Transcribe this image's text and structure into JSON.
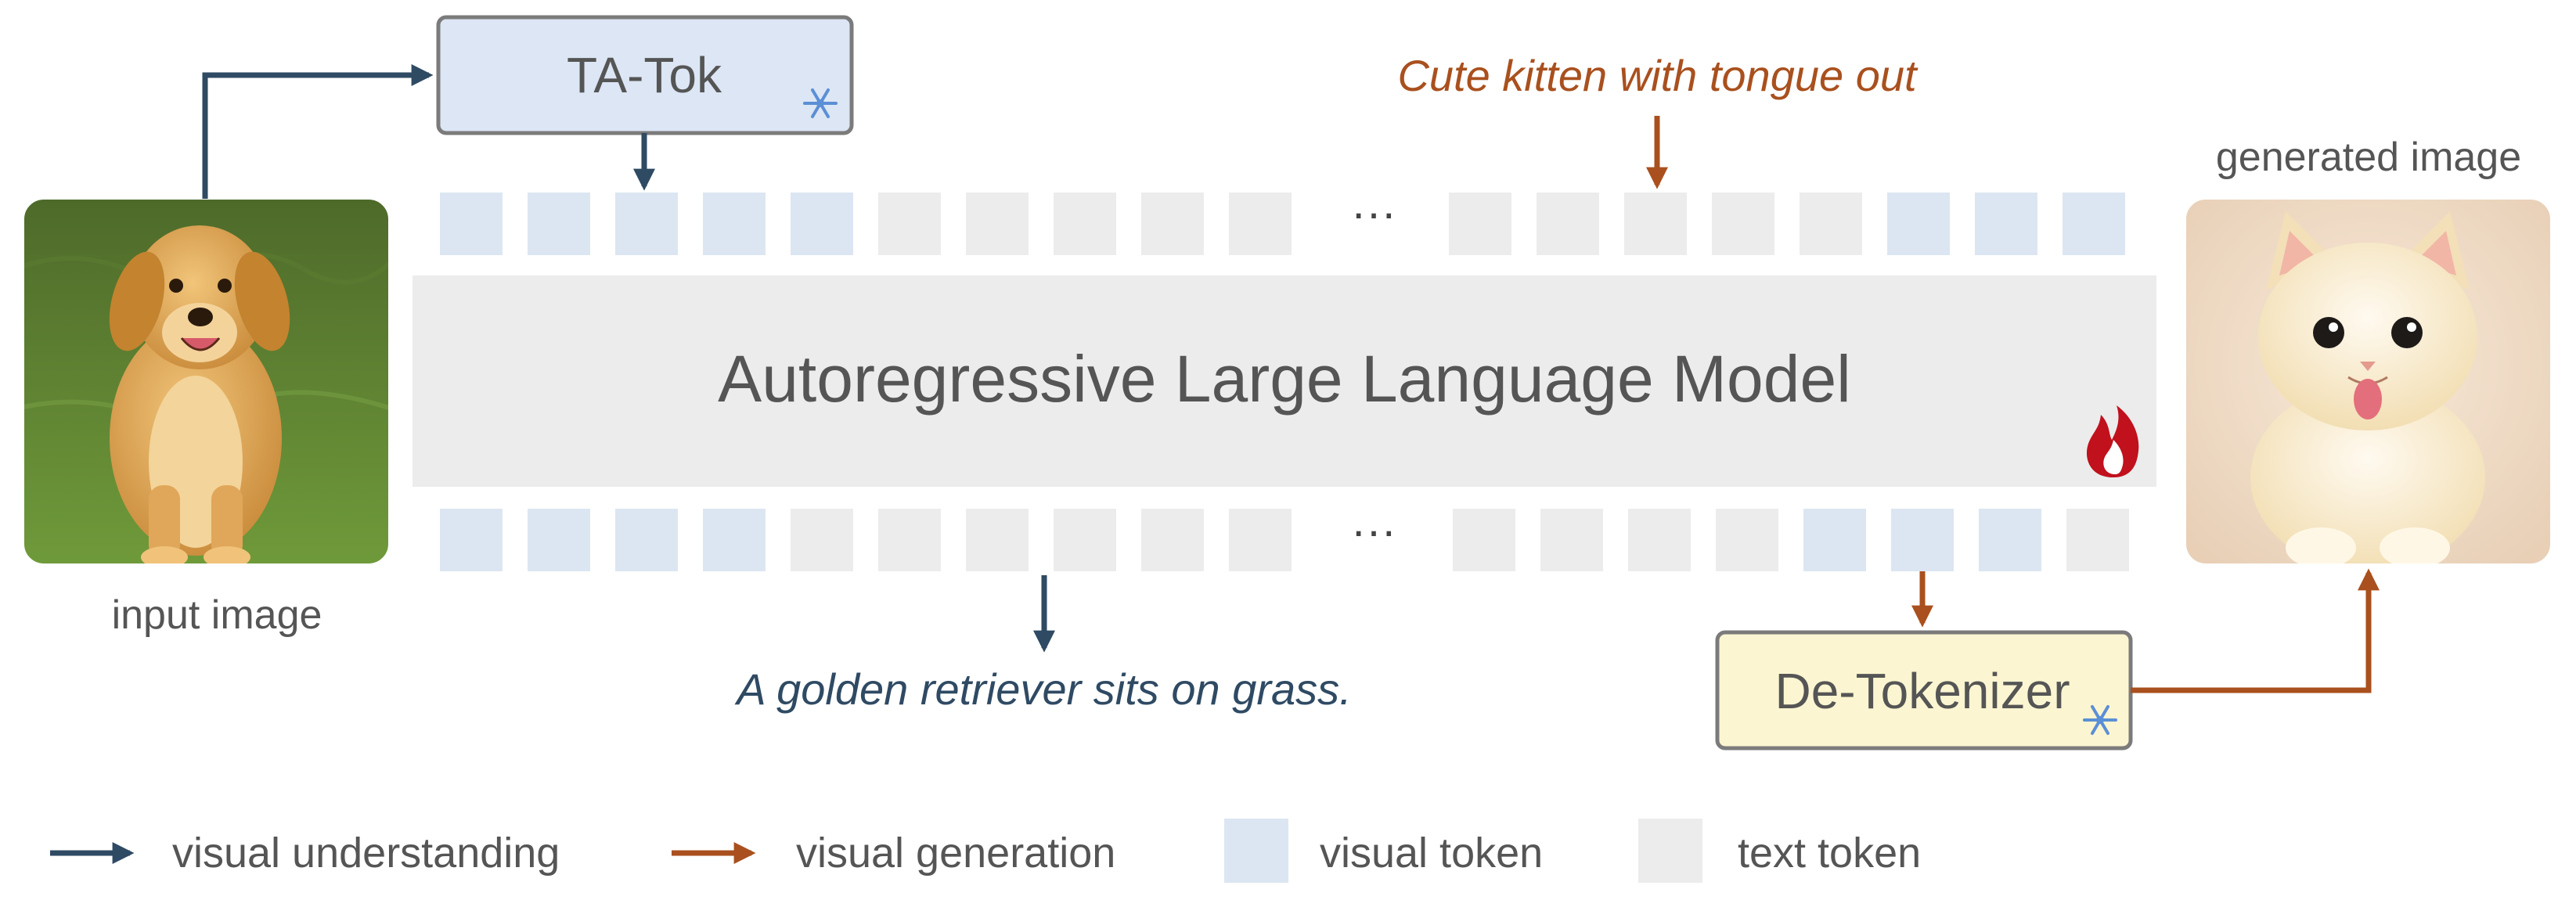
{
  "input_image": {
    "caption": "input image",
    "subject": "golden retriever sitting on grass"
  },
  "generated_image": {
    "caption": "generated image",
    "subject": "cream kitten with tongue out"
  },
  "tokenizer": {
    "label": "TA-Tok",
    "state_icon": "snowflake-icon"
  },
  "detokenizer": {
    "label": "De-Tokenizer",
    "state_icon": "snowflake-icon"
  },
  "llm": {
    "label": "Autoregressive Large Language Model",
    "state_icon": "flame-icon"
  },
  "prompts": {
    "generation_prompt": "Cute kitten with tongue out",
    "understanding_output": "A golden retriever sits on grass."
  },
  "token_rows": {
    "top": {
      "left": [
        "visual",
        "visual",
        "visual",
        "visual",
        "visual",
        "text",
        "text",
        "text",
        "text",
        "text"
      ],
      "right": [
        "text",
        "text",
        "text",
        "text",
        "text",
        "visual",
        "visual",
        "visual"
      ]
    },
    "bottom": {
      "left": [
        "visual",
        "visual",
        "visual",
        "visual",
        "text",
        "text",
        "text",
        "text",
        "text",
        "text"
      ],
      "right": [
        "text",
        "text",
        "text",
        "text",
        "visual",
        "visual",
        "visual",
        "text"
      ]
    },
    "ellipsis": "···"
  },
  "legend": [
    {
      "kind": "arrow",
      "color_key": "understanding",
      "label": "visual understanding"
    },
    {
      "kind": "arrow",
      "color_key": "generation",
      "label": "visual generation"
    },
    {
      "kind": "swatch",
      "color_key": "visual_token",
      "label": "visual token"
    },
    {
      "kind": "swatch",
      "color_key": "text_token",
      "label": "text token"
    }
  ],
  "colors": {
    "understanding": "#2f4a63",
    "generation": "#a9501e",
    "visual_token": "#dce6f2",
    "text_token": "#ececec",
    "tokenizer_fill": "#dce6f4",
    "detokenizer_fill": "#fbf5d1",
    "llm_fill": "#ececec",
    "flame": "#c0111d",
    "snowflake": "#5b8fd6"
  }
}
